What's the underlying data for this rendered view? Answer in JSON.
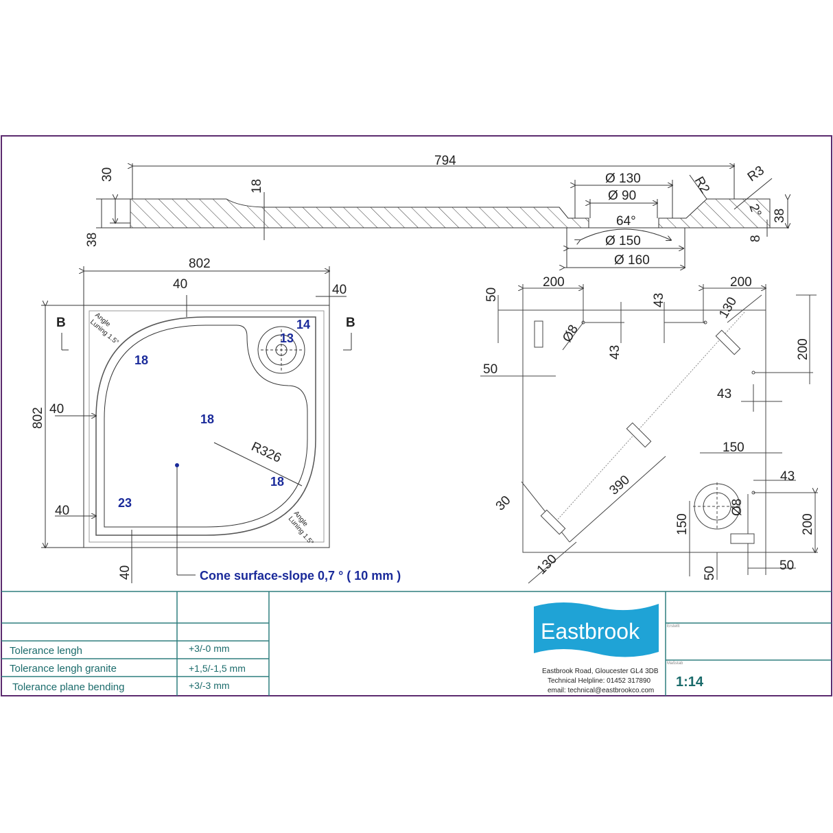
{
  "section_view": {
    "overall_length": "794",
    "height_left": "30",
    "height_left_total": "38",
    "mid_thickness": "18",
    "outlet_d130": "Ø 130",
    "outlet_d90": "Ø 90",
    "radius_r2": "R2",
    "radius_r3": "R3",
    "angle_2": "2°",
    "height_right": "38",
    "rim_8": "8",
    "angle_64": "64°",
    "outlet_d150": "Ø 150",
    "outlet_d160": "Ø 160",
    "label_b_left": "B",
    "label_b_right": "B"
  },
  "top_view": {
    "width": "802",
    "height": "802",
    "edge_top": "40",
    "edge_right": "40",
    "edge_left": "40",
    "edge_bottom_left": "40",
    "edge_bottom": "40",
    "radius": "R326",
    "slope_labels": [
      "14",
      "13",
      "18",
      "18",
      "18",
      "23"
    ],
    "angle_note_top": [
      "Angle",
      "Luning 1.5°"
    ],
    "angle_note_bottom": [
      "Angle",
      "Luning 1.5°"
    ],
    "cone_note": "Cone surface-slope  0,7  °  ( 10 mm )"
  },
  "underside_view": {
    "dims": {
      "top_left_200": "200",
      "top_right_200": "200",
      "left_50": "50",
      "hole_43_a": "43",
      "hole_43_b": "43",
      "hole_d8_a": "Ø8",
      "diag_130_top": "130",
      "right_200": "200",
      "left_50_b": "50",
      "right_43": "43",
      "drain_150": "150",
      "right_43_b": "43",
      "diag_390": "390",
      "diag_30": "30",
      "left_150": "150",
      "right_200_b": "200",
      "hole_d8_b": "Ø8",
      "diag_130_bottom": "130",
      "bottom_50": "50",
      "bottom_50_b": "50"
    }
  },
  "title_block": {
    "tolerances": [
      {
        "label": "Tolerance lengh",
        "value": "+3/-0 mm"
      },
      {
        "label": "Tolerance lengh granite",
        "value": "+1,5/-1,5 mm"
      },
      {
        "label": "Tolerance plane bending",
        "value": "+3/-3 mm"
      }
    ],
    "brand": "Eastbrook",
    "address": "Eastbrook Road, Gloucester GL4 3DB",
    "helpline": "Technical Helpline: 01452 317890",
    "email": "email: technical@eastbrookco.com",
    "field_label_1": "Erstellt",
    "field_label_2": "Maßstab",
    "scale": "1:14"
  },
  "colors": {
    "frame": "#5b2a6e",
    "table_lines": "#2f7f7f",
    "brand_blue": "#1fa3d6",
    "annotation_blue": "#1a2a9a"
  }
}
